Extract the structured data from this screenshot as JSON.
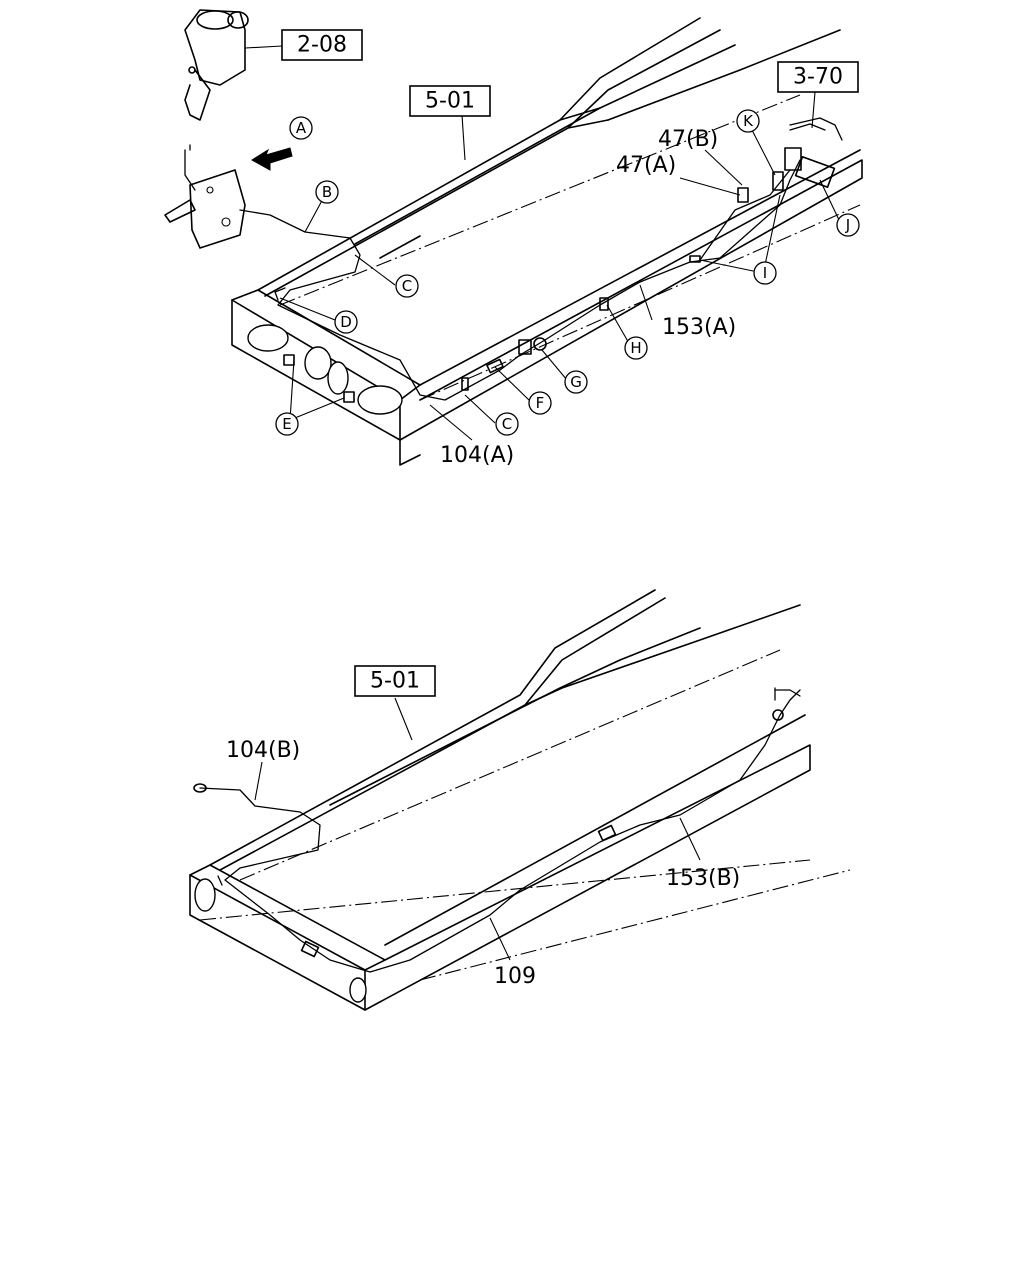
{
  "refs": {
    "ref_2_08": "2-08",
    "ref_5_01_top": "5-01",
    "ref_3_70": "3-70",
    "ref_5_01_bottom": "5-01"
  },
  "callouts": {
    "A": "A",
    "B": "B",
    "C1": "C",
    "D": "D",
    "E": "E",
    "F": "F",
    "G": "G",
    "C2": "C",
    "H": "H",
    "I": "I",
    "J": "J",
    "K": "K"
  },
  "parts": {
    "p47b": "47(B)",
    "p47a": "47(A)",
    "p153a": "153(A)",
    "p104a": "104(A)",
    "p104b": "104(B)",
    "p153b": "153(B)",
    "p109": "109"
  }
}
